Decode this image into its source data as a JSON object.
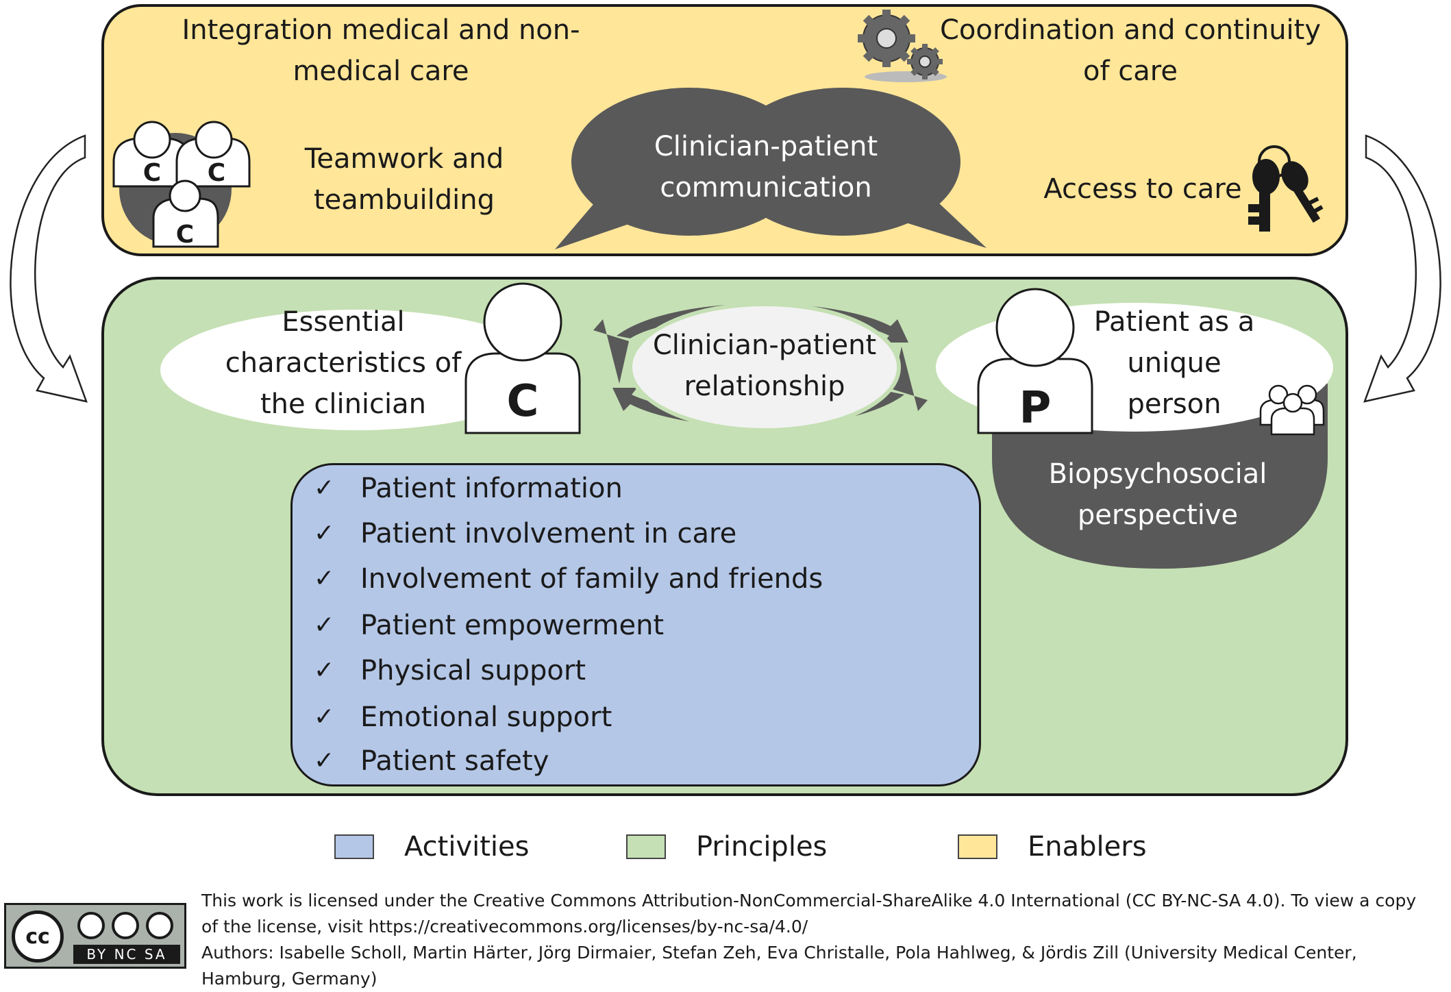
{
  "enablers": {
    "integration": "Integration medical and non-medical care",
    "coordination": "Coordination and continuity of care",
    "teamwork": "Teamwork and teambuilding",
    "communication": "Clinician-patient communication",
    "access": "Access to care",
    "team_badge": "C"
  },
  "principles": {
    "clinician_chars": "Essential characteristics of the clinician",
    "clinician_badge": "C",
    "relationship": "Clinician-patient relationship",
    "patient_unique": "Patient as a unique person",
    "patient_badge": "P",
    "biopsychosocial": "Biopsychosocial perspective"
  },
  "activities": {
    "check_mark": "✓",
    "items": [
      "Patient information",
      "Patient involvement in care",
      "Involvement of family and friends",
      "Patient empowerment",
      "Physical support",
      "Emotional support",
      "Patient safety"
    ]
  },
  "legend": [
    {
      "label": "Activities",
      "color": "#b4c7e7"
    },
    {
      "label": "Principles",
      "color": "#c5e0b4"
    },
    {
      "label": "Enablers",
      "color": "#ffe699"
    }
  ],
  "license": {
    "badge_cc": "cc",
    "badge_terms": "BY NC SA",
    "text": "This work is licensed under the Creative Commons Attribution-NonCommercial-ShareAlike 4.0 International (CC BY-NC-SA 4.0). To view a copy of the license, visit https://creativecommons.org/licenses/by-nc-sa/4.0/",
    "authors": "Authors: Isabelle Scholl, Martin Härter, Jörg Dirmaier, Stefan Zeh, Eva Christalle, Pola Hahlweg, & Jördis Zill (University Medical Center, Hamburg, Germany)"
  },
  "colors": {
    "enablers_bg": "#ffe699",
    "principles_bg": "#c5e0b4",
    "activities_bg": "#b4c7e7",
    "dark_gray": "#595959"
  }
}
